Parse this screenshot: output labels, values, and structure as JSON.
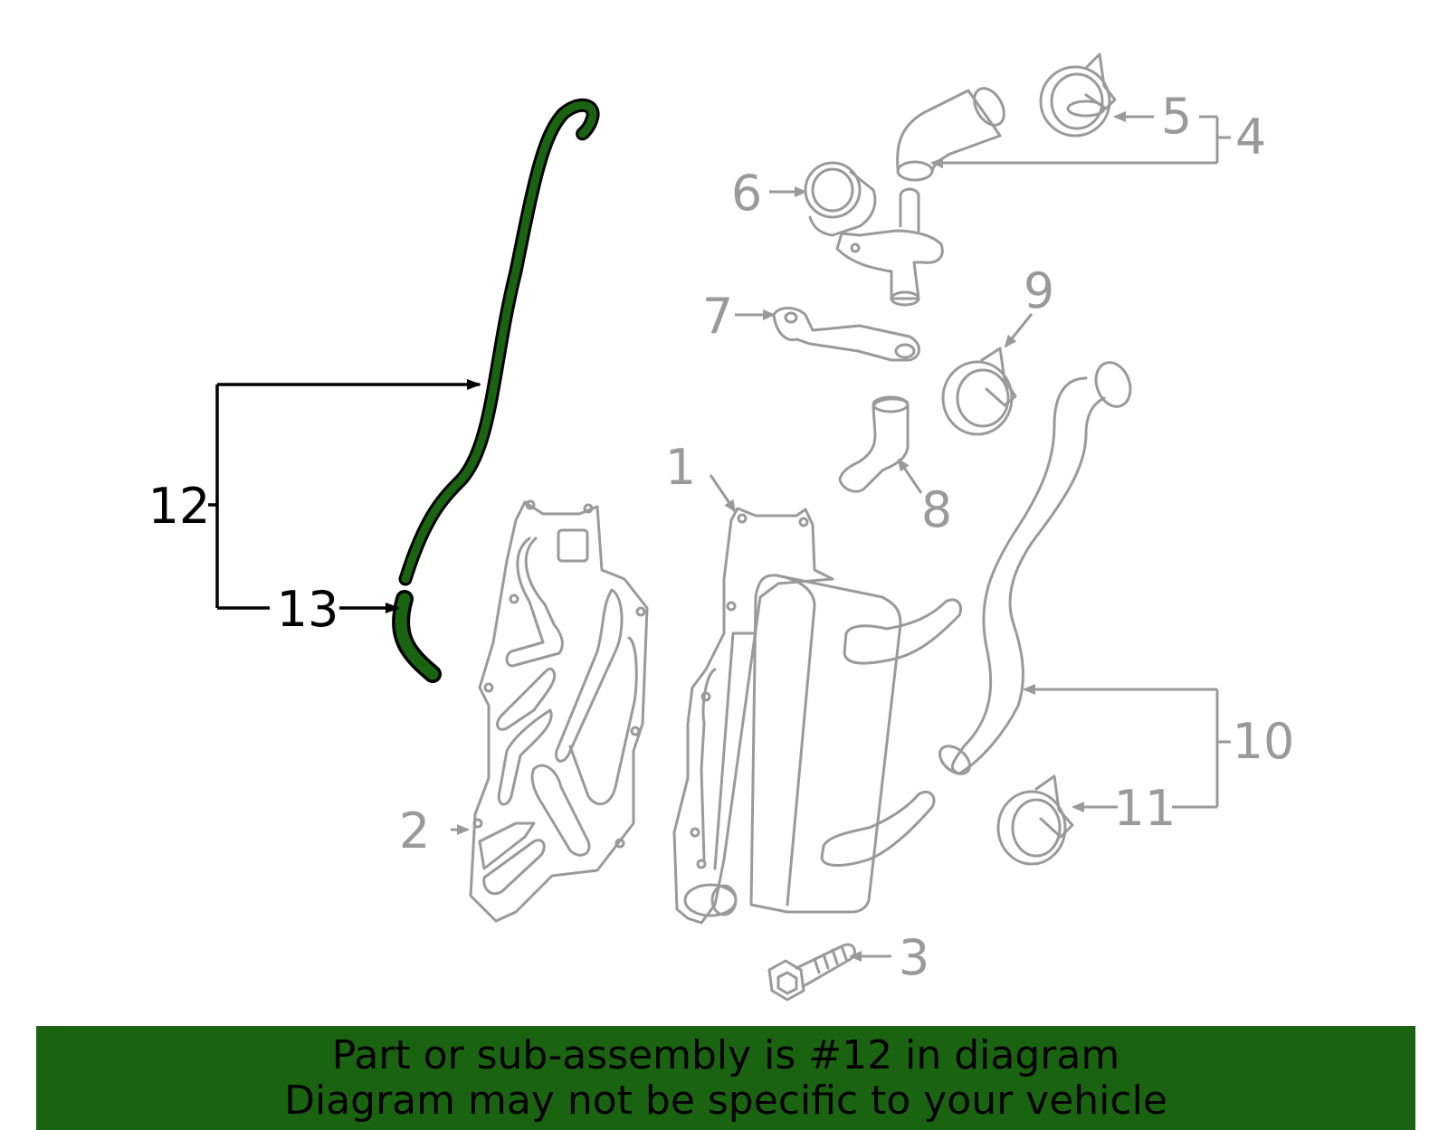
{
  "highlight_color": "#1a6411",
  "callouts": {
    "c1": "1",
    "c2": "2",
    "c3": "3",
    "c4": "4",
    "c5": "5",
    "c6": "6",
    "c7": "7",
    "c8": "8",
    "c9": "9",
    "c10": "10",
    "c11": "11",
    "c12": "12",
    "c13": "13"
  },
  "banner": {
    "line1": "Part or sub-assembly is #12 in diagram",
    "line2": "Diagram may not be specific to your vehicle"
  }
}
